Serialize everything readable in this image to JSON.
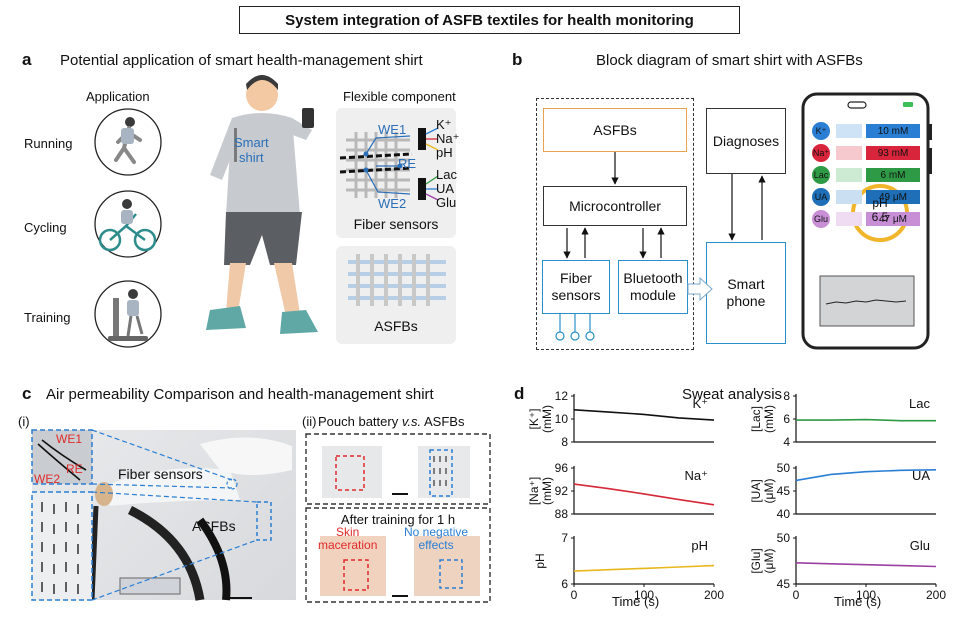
{
  "main_title": "System integration of ASFB textiles for health monitoring",
  "panel_a": {
    "letter": "a",
    "title": "Potential application of smart health-management shirt",
    "application_header": "Application",
    "flexible_header": "Flexible component",
    "activities": [
      "Running",
      "Cycling",
      "Training"
    ],
    "shirt_label": "Smart\nshirt",
    "electrodes": {
      "we1": "WE1",
      "re": "RE",
      "we2": "WE2"
    },
    "analytes_top": [
      "K⁺",
      "Na⁺",
      "pH"
    ],
    "analytes_bottom": [
      "Lac",
      "UA",
      "Glu"
    ],
    "fiber_caption": "Fiber sensors",
    "asfb_caption": "ASFBs"
  },
  "panel_b": {
    "letter": "b",
    "title": "Block diagram of smart shirt with ASFBs",
    "blocks": {
      "asfbs": "ASFBs",
      "microcontroller": "Microcontroller",
      "fiber_sensors": "Fiber\nsensors",
      "bluetooth": "Bluetooth\nmodule",
      "diagnoses": "Diagnoses",
      "smartphone": "Smart\nphone"
    },
    "phone_rows": [
      {
        "label": "K⁺",
        "value": "10 mM",
        "color": "#2a7fd4",
        "light": "#cfe3f7"
      },
      {
        "label": "Na⁺",
        "value": "93 mM",
        "color": "#d9253b",
        "light": "#f6c9cf"
      },
      {
        "label": "Lac",
        "value": "6 mM",
        "color": "#2f9a45",
        "light": "#cdebd3"
      },
      {
        "label": "UA",
        "value": "49 μM",
        "color": "#1f6fb8",
        "light": "#cbdff2"
      },
      {
        "label": "Glu",
        "value": "47 μM",
        "color": "#c98fd6",
        "light": "#efdcf3"
      }
    ],
    "ph_label": "pH",
    "ph_value": "6.5"
  },
  "panel_c": {
    "letter": "c",
    "title": "Air permeability Comparison and health-management shirt",
    "sub_i": "(i)",
    "sub_ii": "(ii)",
    "we1": "WE1",
    "re": "RE",
    "we2": "WE2",
    "fiber_label": "Fiber sensors",
    "asfb_label": "ASFBs",
    "pouch_title_a": "Pouch battery ",
    "pouch_title_vs": "v.s.",
    "pouch_title_b": " ASFBs",
    "after_title": "After training for 1 h",
    "skin_label": "Skin\nmaceration",
    "noneg_label": "No negative\neffects"
  },
  "panel_d": {
    "letter": "d",
    "title": "Sweat analysis",
    "x_label": "Time (s)",
    "colors": {
      "K": "#111111",
      "Na": "#d62839",
      "pH": "#e8b71c",
      "Lac": "#2f9a45",
      "UA": "#2a7fd4",
      "Glu": "#9b3fa3"
    }
  },
  "chart_data": [
    {
      "type": "line",
      "name_label": "K⁺",
      "ylabel": "[K⁺]\n(mM)",
      "ylim": [
        8,
        12
      ],
      "yticks": [
        8,
        10,
        12
      ],
      "xlim": [
        0,
        200
      ],
      "xticks": [],
      "x": [
        0,
        50,
        100,
        150,
        200
      ],
      "y": [
        10.8,
        10.6,
        10.4,
        10.1,
        9.9
      ],
      "color": "#111111"
    },
    {
      "type": "line",
      "name_label": "Na⁺",
      "ylabel": "[Na⁺]\n(mM)",
      "ylim": [
        88,
        96
      ],
      "yticks": [
        88,
        92,
        96
      ],
      "xlim": [
        0,
        200
      ],
      "xticks": [],
      "x": [
        0,
        50,
        100,
        150,
        200
      ],
      "y": [
        93.2,
        92.4,
        91.5,
        90.5,
        89.6
      ],
      "color": "#d62839"
    },
    {
      "type": "line",
      "name_label": "pH",
      "ylabel": "pH",
      "ylim": [
        6,
        7
      ],
      "yticks": [
        6,
        7
      ],
      "xlim": [
        0,
        200
      ],
      "xticks": [
        0,
        100,
        200
      ],
      "x": [
        0,
        50,
        100,
        150,
        200
      ],
      "y": [
        6.28,
        6.31,
        6.34,
        6.37,
        6.4
      ],
      "color": "#e8b71c"
    },
    {
      "type": "line",
      "name_label": "Lac",
      "ylabel": "[Lac]\n(mM)",
      "ylim": [
        4,
        8
      ],
      "yticks": [
        4,
        6,
        8
      ],
      "xlim": [
        0,
        200
      ],
      "xticks": [],
      "x": [
        0,
        50,
        100,
        150,
        200
      ],
      "y": [
        5.9,
        5.9,
        5.95,
        5.85,
        5.85
      ],
      "color": "#2f9a45"
    },
    {
      "type": "line",
      "name_label": "UA",
      "ylabel": "[UA]\n(μM)",
      "ylim": [
        40,
        50
      ],
      "yticks": [
        40,
        45,
        50
      ],
      "xlim": [
        0,
        200
      ],
      "xticks": [],
      "x": [
        0,
        50,
        100,
        150,
        200
      ],
      "y": [
        47.3,
        48.6,
        49.2,
        49.5,
        49.6
      ],
      "color": "#2a7fd4"
    },
    {
      "type": "line",
      "name_label": "Glu",
      "ylabel": "[Glu]\n(μM)",
      "ylim": [
        45,
        50
      ],
      "yticks": [
        45,
        50
      ],
      "xlim": [
        0,
        200
      ],
      "xticks": [
        0,
        100,
        200
      ],
      "x": [
        0,
        50,
        100,
        150,
        200
      ],
      "y": [
        47.3,
        47.2,
        47.1,
        47.0,
        46.9
      ],
      "color": "#9b3fa3"
    }
  ]
}
